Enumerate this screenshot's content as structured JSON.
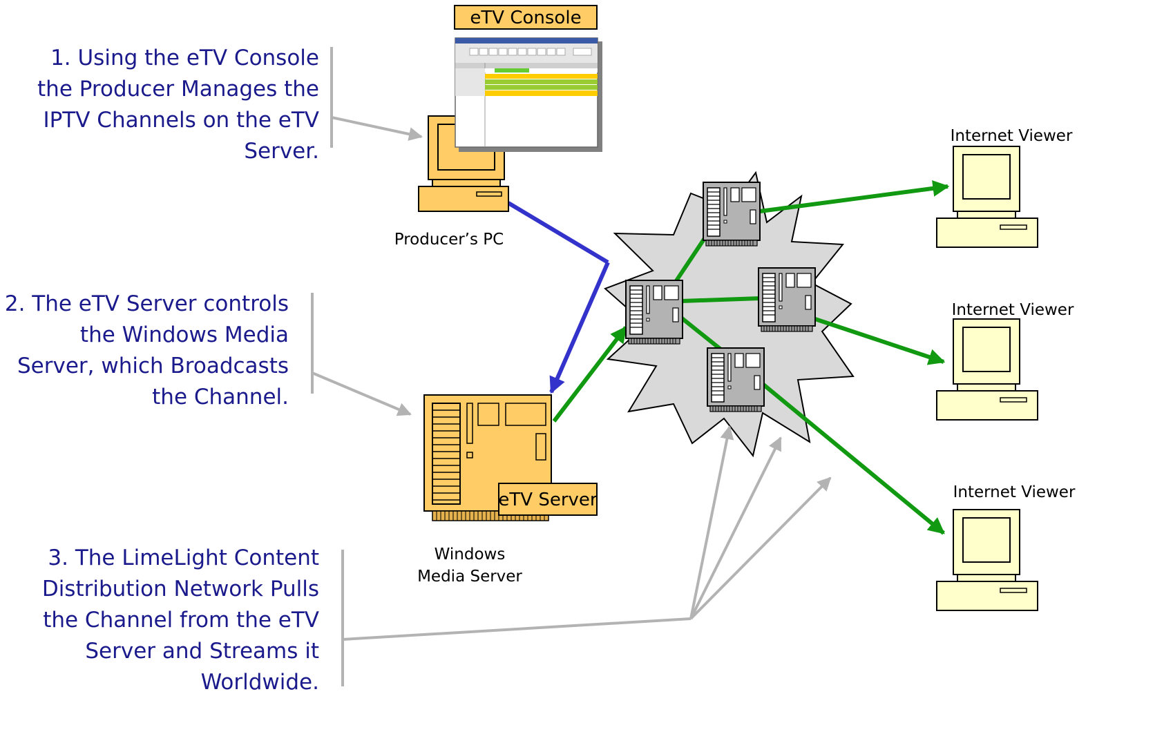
{
  "steps": {
    "step1": "1. Using the eTV Console\nthe Producer Manages the\nIPTV Channels on the eTV\nServer.",
    "step2": "2. The eTV Server controls\nthe Windows Media\nServer, which Broadcasts\nthe Channel.",
    "step3": "3. The LimeLight Content\nDistribution Network Pulls\nthe Channel from the eTV\nServer and Streams it\nWorldwide."
  },
  "labels": {
    "etv_console": "eTV Console",
    "producer_pc": "Producer’s PC",
    "etv_server": "eTV Server",
    "wms_line1": "Windows",
    "wms_line2": "Media Server",
    "viewer1": "Internet Viewer",
    "viewer2": "Internet Viewer",
    "viewer3": "Internet Viewer"
  },
  "colors": {
    "step_text": "#1a1a8c",
    "device_orange": "#ffcc66",
    "viewer_cream": "#ffffcc",
    "cdn_cloud": "#d9d9d9",
    "link_blue": "#3333cc",
    "link_green": "#119911",
    "callout_gray": "#b3b3b3"
  }
}
